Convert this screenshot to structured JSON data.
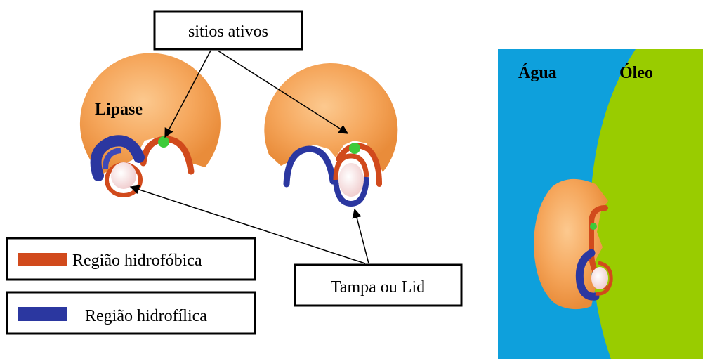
{
  "labels": {
    "active_sites": "sitios ativos",
    "lipase": "Lipase",
    "lid": "Tampa ou Lid",
    "water": "Água",
    "oil": "Óleo"
  },
  "legend": {
    "hydrophobic": "Região hidrofóbica",
    "hydrophilic": "Região hidrofílica"
  },
  "colors": {
    "enzyme_orange": "#f5a65b",
    "hydrophobic_red": "#d14a1c",
    "hydrophilic_blue": "#2b37a0",
    "active_site_green": "#3ecb3a",
    "water_blue": "#0ea0dc",
    "oil_green": "#99cc00"
  }
}
